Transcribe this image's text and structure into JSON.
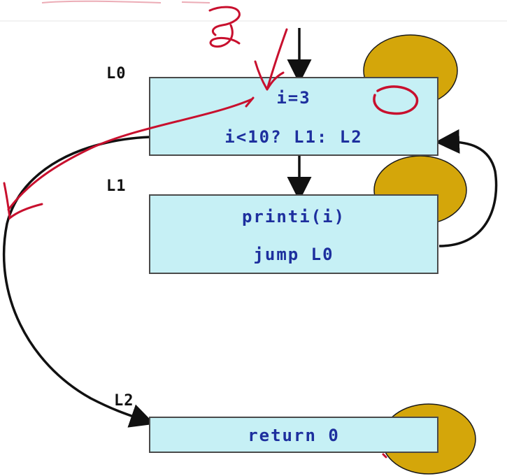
{
  "blocks": [
    {
      "label": "L0",
      "lines": [
        "i=3",
        "i<10? L1: L2"
      ]
    },
    {
      "label": "L1",
      "lines": [
        "printi(i)",
        "jump L0"
      ]
    },
    {
      "label": "L2",
      "lines": [
        "return 0"
      ]
    }
  ],
  "colors": {
    "block_fill": "#c6f0f5",
    "code_text": "#1d2f9e",
    "marker_fill": "#d4a60a",
    "ink": "#c8102e"
  }
}
